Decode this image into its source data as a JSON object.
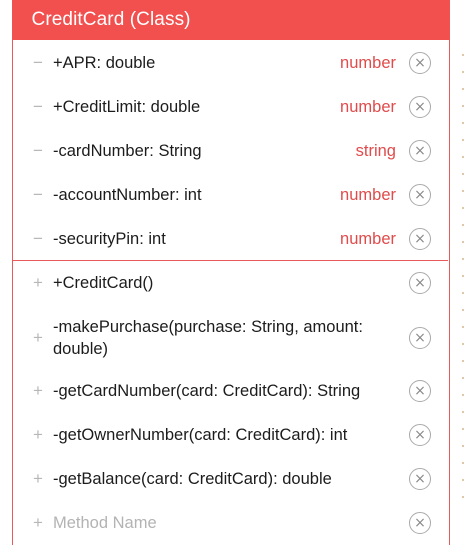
{
  "class_box": {
    "title": "CreditCard (Class)",
    "attributes": [
      {
        "symbol": "−",
        "name": "+APR: double",
        "type": "number",
        "remove_icon": "close-circle-icon"
      },
      {
        "symbol": "−",
        "name": "+CreditLimit: double",
        "type": "number",
        "remove_icon": "close-circle-icon"
      },
      {
        "symbol": "−",
        "name": "-cardNumber: String",
        "type": "string",
        "remove_icon": "close-circle-icon"
      },
      {
        "symbol": "−",
        "name": "-accountNumber: int",
        "type": "number",
        "remove_icon": "close-circle-icon"
      },
      {
        "symbol": "−",
        "name": "-securityPin: int",
        "type": "number",
        "remove_icon": "close-circle-icon"
      }
    ],
    "methods": [
      {
        "symbol": "+",
        "name": "+CreditCard()"
      },
      {
        "symbol": "+",
        "name": "-makePurchase(purchase: String, amount:",
        "name_line2": "double)"
      },
      {
        "symbol": "+",
        "name": "-getCardNumber(card: CreditCard): String"
      },
      {
        "symbol": "+",
        "name": "-getOwnerNumber(card: CreditCard): int"
      },
      {
        "symbol": "+",
        "name": "-getBalance(card: CreditCard): double"
      }
    ],
    "new_method_placeholder": {
      "symbol": "+",
      "name": "Method Name"
    },
    "close_glyph": "×"
  },
  "colors": {
    "header_bg": "#f24f4f",
    "border": "#e85a5a",
    "type_text": "#e14b4b"
  }
}
